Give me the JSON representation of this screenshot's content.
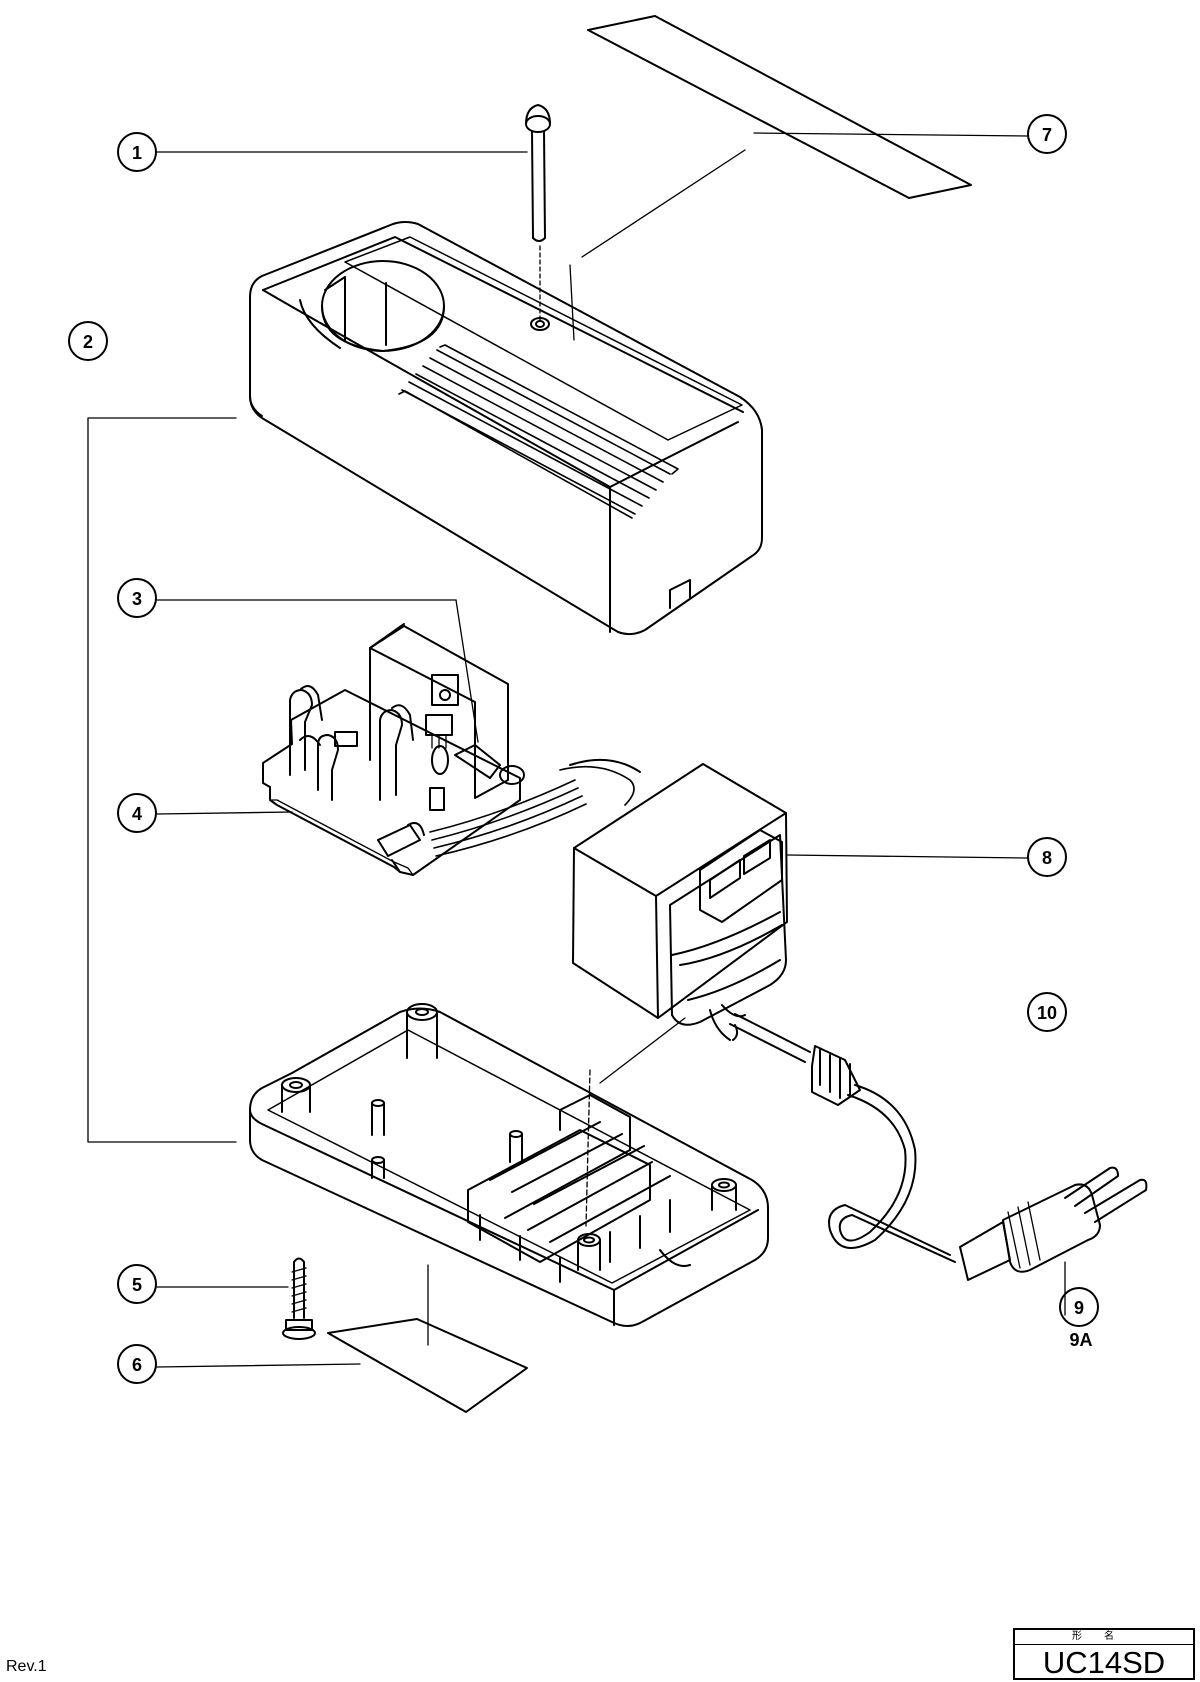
{
  "callouts": [
    {
      "id": "1",
      "label": "1"
    },
    {
      "id": "2",
      "label": "2"
    },
    {
      "id": "3",
      "label": "3"
    },
    {
      "id": "4",
      "label": "4"
    },
    {
      "id": "5",
      "label": "5"
    },
    {
      "id": "6",
      "label": "6"
    },
    {
      "id": "7",
      "label": "7"
    },
    {
      "id": "8",
      "label": "8"
    },
    {
      "id": "10",
      "label": "10"
    }
  ],
  "plain_labels": {
    "part_9": "9",
    "part_9a": "9A"
  },
  "footer": {
    "revision": "Rev.1",
    "title_header": "形名",
    "model": "UC14SD"
  }
}
